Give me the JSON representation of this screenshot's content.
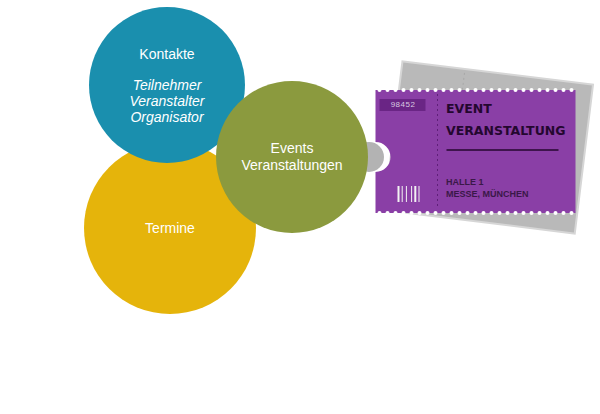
{
  "diagram": {
    "nodes": [
      {
        "text": [
          "Kontakte",
          "Teilnehmer Veranstalter Organisator"
        ]
      },
      {
        "text": [
          "Events Veranstaltungen"
        ]
      },
      {
        "text": [
          "98452",
          "EVENT VERANSTALTUNG",
          "HALLE 1",
          "MESSE, MÜNCHEN"
        ]
      },
      {
        "text": [
          "Termine"
        ]
      }
    ]
  }
}
